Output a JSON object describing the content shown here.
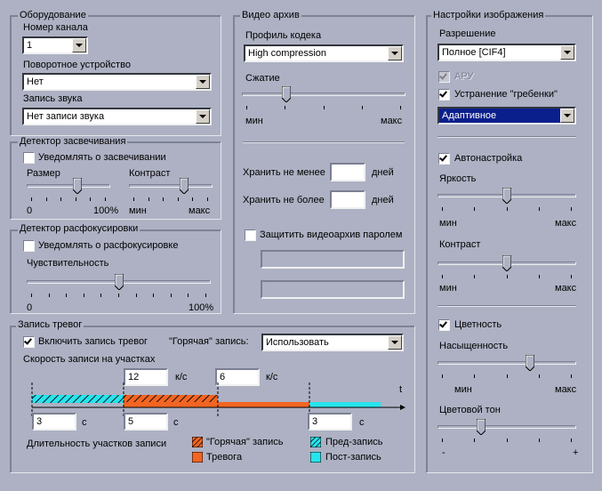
{
  "equipment": {
    "title": "Оборудование",
    "channel_label": "Номер канала",
    "channel_value": "1",
    "ptz_label": "Поворотное устройство",
    "ptz_value": "Нет",
    "audio_label": "Запись звука",
    "audio_value": "Нет записи звука"
  },
  "overexposure": {
    "title": "Детектор засвечивания",
    "notify_label": "Уведомлять о засвечивании",
    "notify_checked": false,
    "size_label": "Размер",
    "size_value": 0.62,
    "size_min": "0",
    "size_max": "100%",
    "contrast_label": "Контраст",
    "contrast_value": 0.68,
    "contrast_min": "мин",
    "contrast_max": "макс"
  },
  "defocus": {
    "title": "Детектор расфокусировки",
    "notify_label": "Уведомлять о расфокусировке",
    "notify_checked": false,
    "sensitivity_label": "Чувствительность",
    "sensitivity_value": 0.5,
    "min": "0",
    "max": "100%"
  },
  "archive": {
    "title": "Видео архив",
    "profile_label": "Профиль кодека",
    "profile_value": "High compression",
    "compression_label": "Сжатие",
    "compression_value": 0.26,
    "compression_min": "мин",
    "compression_max": "макс",
    "keep_min_label": "Хранить не менее",
    "keep_min_value": "",
    "keep_max_label": "Хранить не более",
    "keep_max_value": "",
    "days_label": "дней",
    "protect_label": "Защитить видеоархив паролем",
    "protect_checked": false
  },
  "image": {
    "title": "Настройки изображения",
    "resolution_label": "Разрешение",
    "resolution_value": "Полное [CIF4]",
    "agc_label": "АРУ",
    "agc_checked": true,
    "deinterlace_label": "Устранение \"гребенки\"",
    "deinterlace_checked": true,
    "deinterlace_mode": "Адаптивное",
    "autotune_label": "Автонастройка",
    "autotune_checked": true,
    "brightness_label": "Яркость",
    "brightness_value": 0.5,
    "contrast_label": "Контраст",
    "contrast_value": 0.5,
    "color_label": "Цветность",
    "color_checked": true,
    "saturation_label": "Насыщенность",
    "saturation_value": 0.68,
    "hue_label": "Цветовой тон",
    "hue_value": 0.3,
    "min": "мин",
    "max": "макс",
    "hue_min": "-",
    "hue_max": "+"
  },
  "alarm": {
    "title": "Запись тревог",
    "enable_label": "Включить запись тревог",
    "enable_checked": true,
    "hot_label": "\"Горячая\" запись:",
    "hot_value": "Использовать",
    "speed_label": "Скорость записи на участках",
    "speed1": "12",
    "speed2": "6",
    "speed_unit": "к/с",
    "axis_t": "t",
    "dur1": "3",
    "dur2": "5",
    "dur3": "3",
    "sec_unit": "с",
    "durations_label": "Длительность участков записи",
    "legend_hot": "\"Горячая\" запись",
    "legend_alarm": "Тревога",
    "legend_pre": "Пред-запись",
    "legend_post": "Пост-запись",
    "colors": {
      "hot": "#f26522",
      "alarm": "#f26522",
      "pre": "#27e4ee",
      "post": "#27e4ee"
    }
  }
}
